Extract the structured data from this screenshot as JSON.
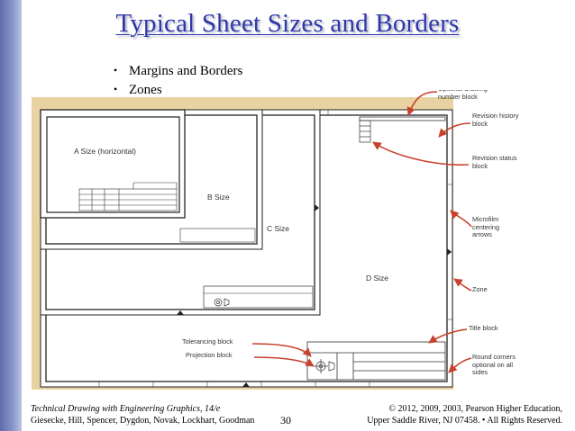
{
  "slide": {
    "title": "Typical Sheet Sizes and Borders",
    "bullets": [
      "Margins and Borders",
      "Zones"
    ],
    "page_number": "30"
  },
  "figure": {
    "sheets": {
      "a": "A Size (horizontal)",
      "b": "B Size",
      "c": "C Size",
      "d": "D Size"
    },
    "callouts": {
      "optional_drawing_number": "Optional drawing number block",
      "revision_history": "Revision history block",
      "revision_status": "Revision status block",
      "microfilm": "Microfilm centering arrows",
      "zone": "Zone",
      "title_block": "Title block",
      "round_corners": "Round corners optional on all sides",
      "tolerancing": "Tolerancing block",
      "projection": "Projection block"
    }
  },
  "footer": {
    "left_line1": "Technical Drawing with Engineering Graphics, 14/e",
    "left_line2": "Giesecke, Hill, Spencer, Dygdon, Novak, Lockhart, Goodman",
    "right_line1": "© 2012, 2009, 2003, Pearson Higher Education,",
    "right_line2": "Upper Saddle River, NJ 07458. • All Rights Reserved."
  },
  "colors": {
    "title": "#2c37a8",
    "accent_red": "#c9412c",
    "sheet_shadow": "#e9d2a2",
    "side_bar": "#7f8ec6"
  }
}
